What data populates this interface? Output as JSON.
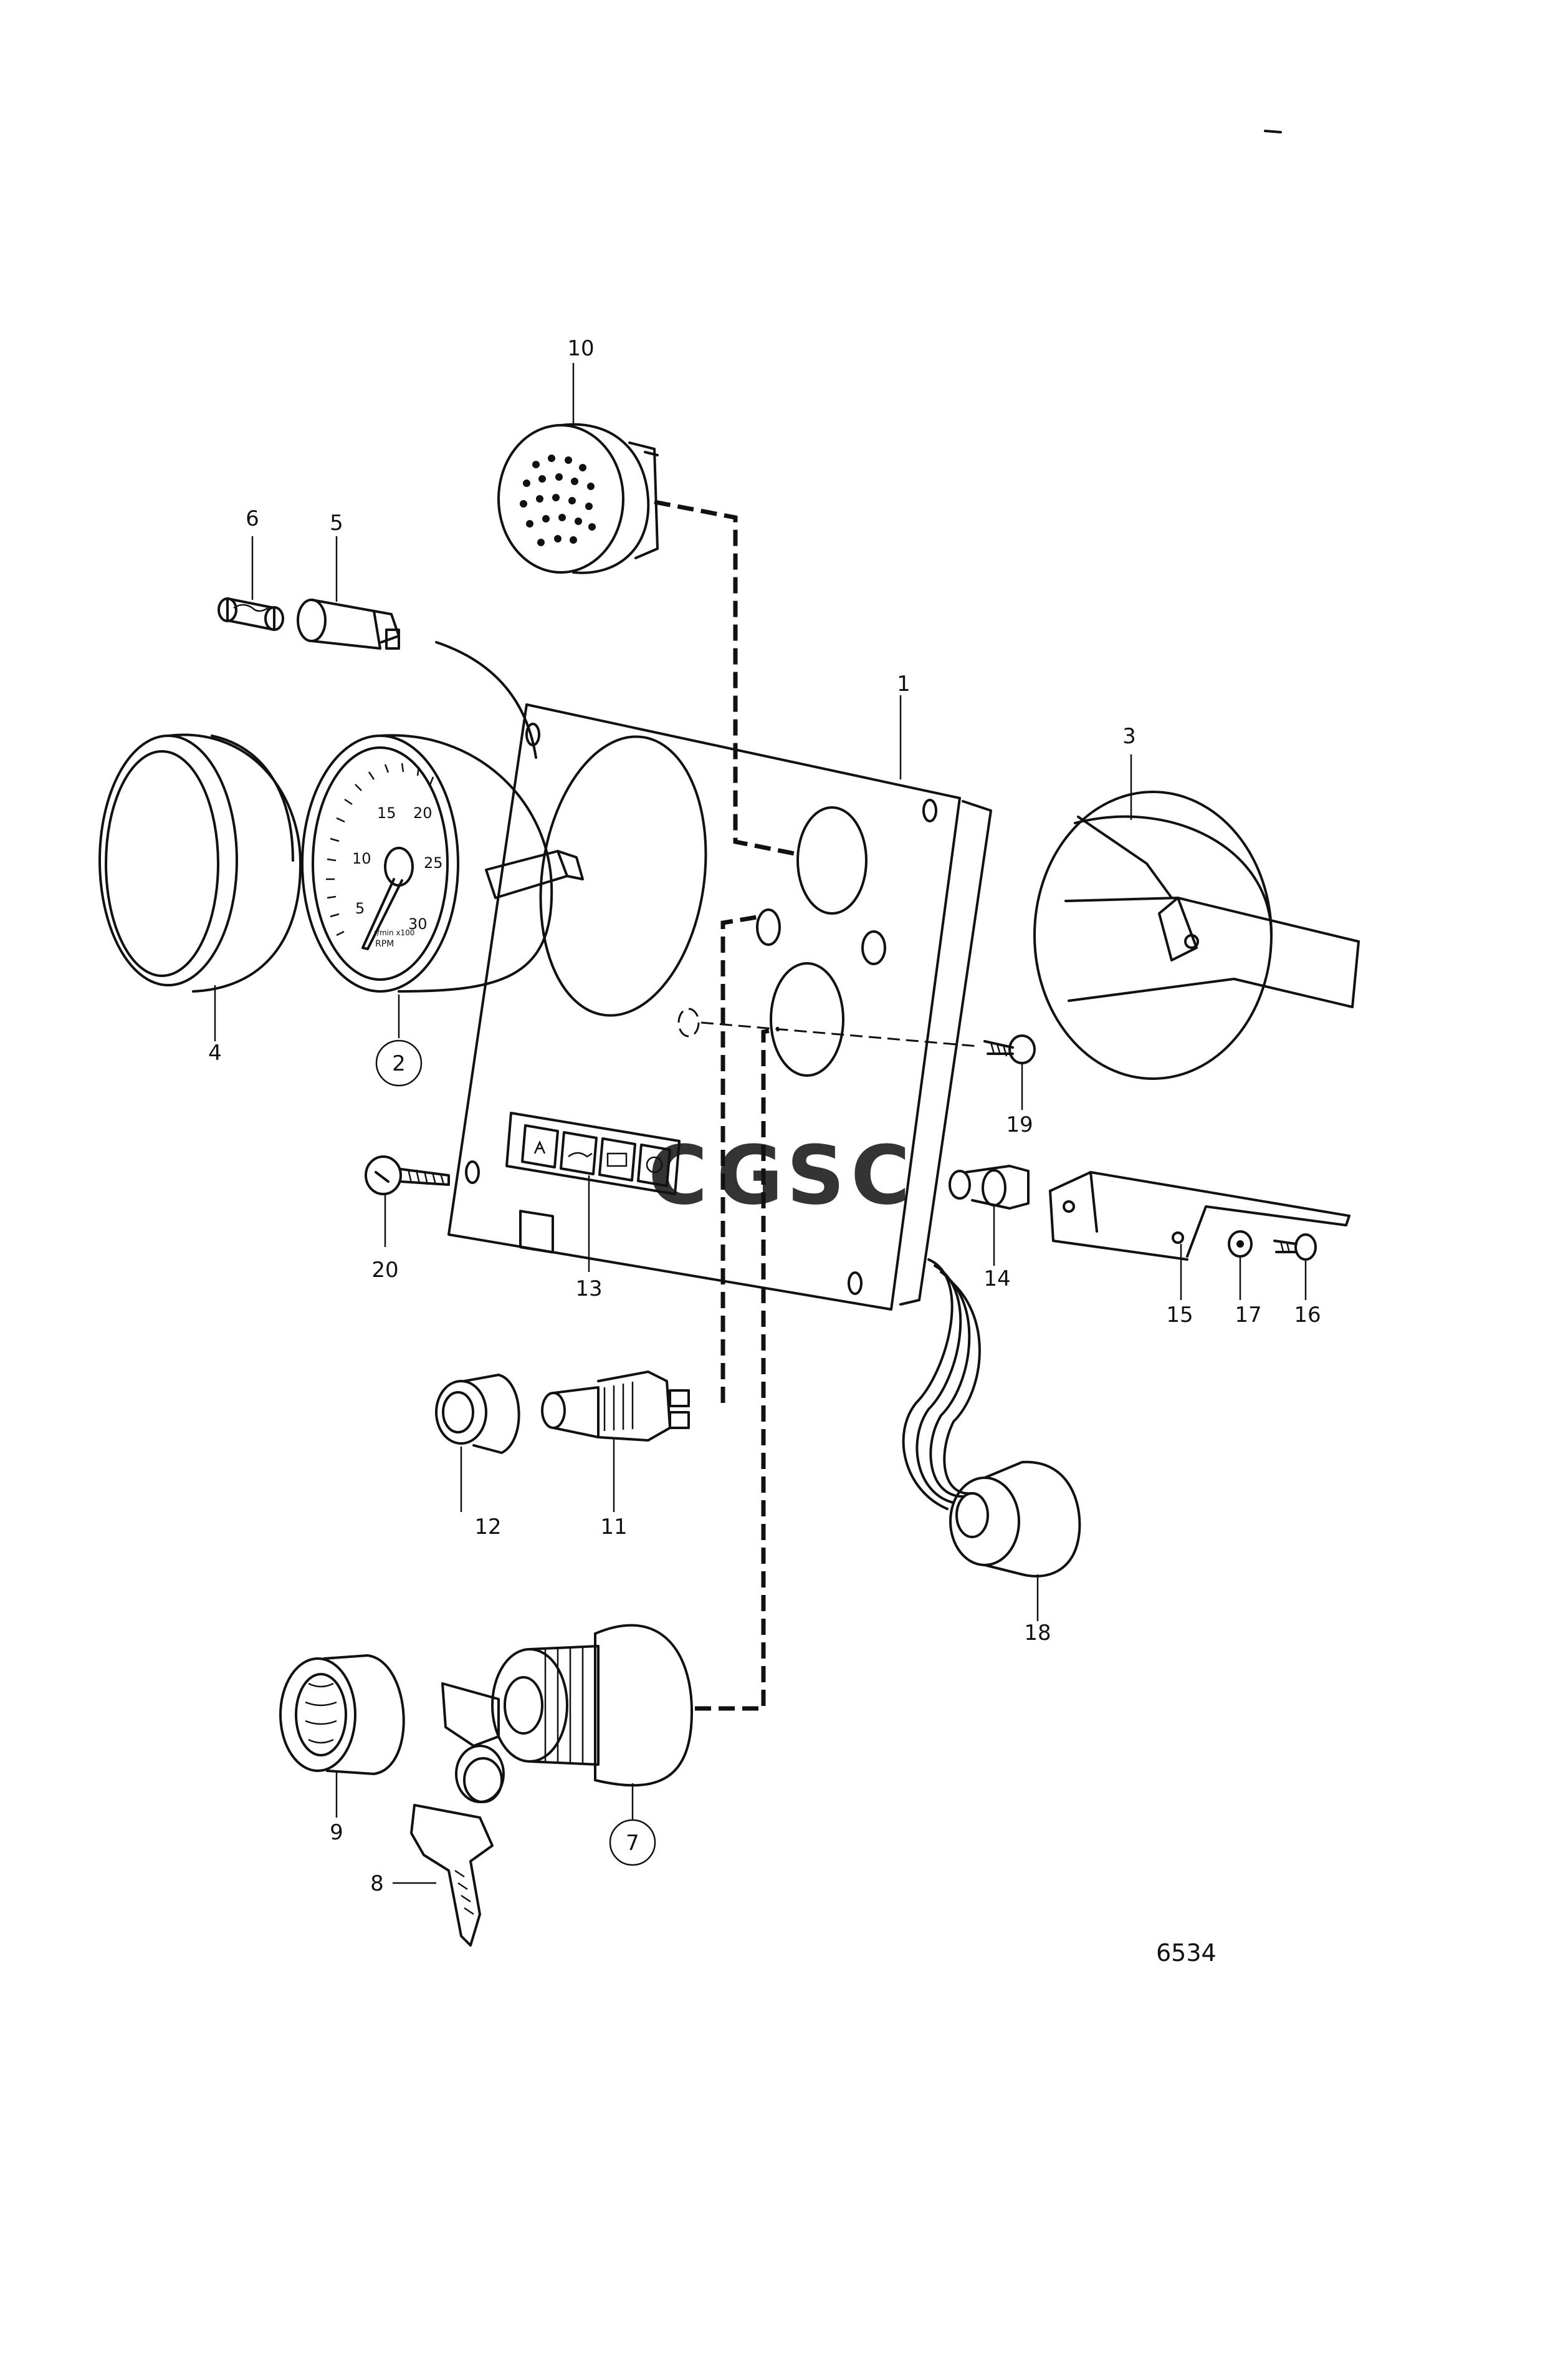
{
  "drawing_number": "6534",
  "watermark": {
    "letters": [
      "C",
      "G",
      "S",
      "C"
    ],
    "colors": [
      "#5b8fd6",
      "#ee6b6b",
      "#f3c84b",
      "#6cbf85"
    ]
  },
  "dial": {
    "scale_labels": [
      "5",
      "10",
      "15",
      "20",
      "25",
      "30"
    ],
    "unit_small": "r/min x100",
    "unit": "RPM"
  },
  "callouts": [
    {
      "number": "1",
      "circled": false
    },
    {
      "number": "2",
      "circled": true
    },
    {
      "number": "3",
      "circled": false
    },
    {
      "number": "4",
      "circled": false
    },
    {
      "number": "5",
      "circled": false
    },
    {
      "number": "6",
      "circled": false
    },
    {
      "number": "7",
      "circled": true
    },
    {
      "number": "8",
      "circled": false
    },
    {
      "number": "9",
      "circled": false
    },
    {
      "number": "10",
      "circled": false
    },
    {
      "number": "11",
      "circled": false
    },
    {
      "number": "12",
      "circled": false
    },
    {
      "number": "13",
      "circled": false
    },
    {
      "number": "14",
      "circled": false
    },
    {
      "number": "15",
      "circled": false
    },
    {
      "number": "16",
      "circled": false
    },
    {
      "number": "17",
      "circled": false
    },
    {
      "number": "18",
      "circled": false
    },
    {
      "number": "19",
      "circled": false
    },
    {
      "number": "20",
      "circled": false
    }
  ]
}
